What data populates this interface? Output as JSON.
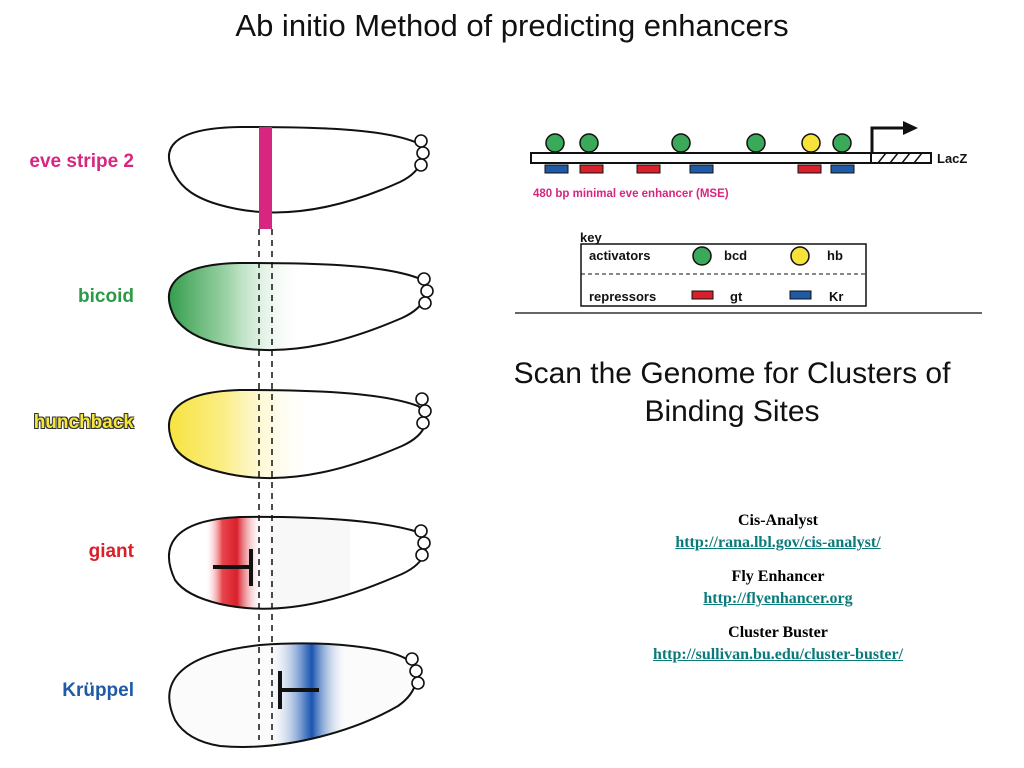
{
  "title": "Ab initio Method of predicting enhancers",
  "embryo_labels": {
    "eve": "eve stripe 2",
    "bicoid": "bicoid",
    "hunchback": "hunchback",
    "giant": "giant",
    "kruppel": "Krüppel"
  },
  "enhancer_diagram": {
    "reporter_label": "LacZ",
    "enhancer_caption": "480 bp minimal eve enhancer (MSE)",
    "key": {
      "title": "key",
      "activators_label": "activators",
      "repressors_label": "repressors",
      "bcd_label": "bcd",
      "hb_label": "hb",
      "gt_label": "gt",
      "kr_label": "Kr"
    }
  },
  "scan": {
    "line1": "Scan the Genome for Clusters of",
    "line2": "Binding Sites"
  },
  "tools": [
    {
      "name": "Cis-Analyst",
      "url": "http://rana.lbl.gov/cis-analyst/"
    },
    {
      "name": "Fly Enhancer",
      "url": "http://flyenhancer.org"
    },
    {
      "name": "Cluster Buster",
      "url": "http://sullivan.bu.edu/cluster-buster/"
    }
  ],
  "colors": {
    "eve": "#d6267f",
    "bicoid": "#2e9a47",
    "hunchback": "#f7e63c",
    "giant": "#d8202c",
    "kruppel": "#1f5aa6",
    "link": "#0b7a7a"
  }
}
